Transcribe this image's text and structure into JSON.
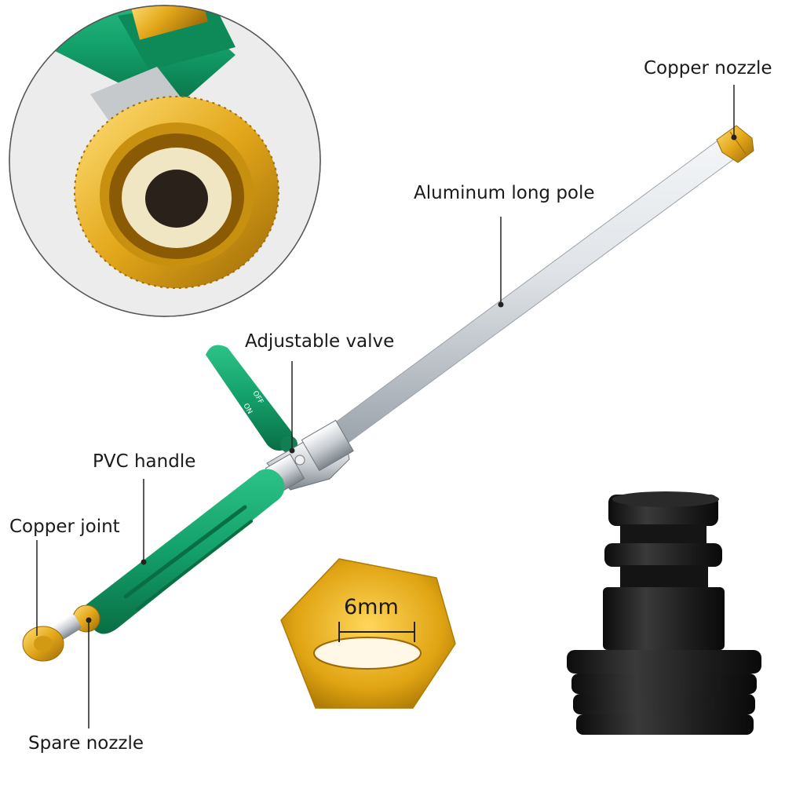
{
  "labels": {
    "copper_nozzle": "Copper nozzle",
    "aluminum_pole": "Aluminum long pole",
    "adjustable_valve": "Adjustable valve",
    "pvc_handle": "PVC handle",
    "copper_joint": "Copper joint",
    "spare_nozzle": "Spare nozzle",
    "nozzle_size": "6mm"
  },
  "valve_marks": {
    "on": "ON",
    "off": "OFF"
  },
  "colors": {
    "gold": "#e0a81e",
    "gold_dark": "#a8760c",
    "green": "#14a06a",
    "green_dark": "#0b7a4e",
    "aluminum": "#d6dbe0",
    "black_plastic": "#1f1f1f"
  }
}
